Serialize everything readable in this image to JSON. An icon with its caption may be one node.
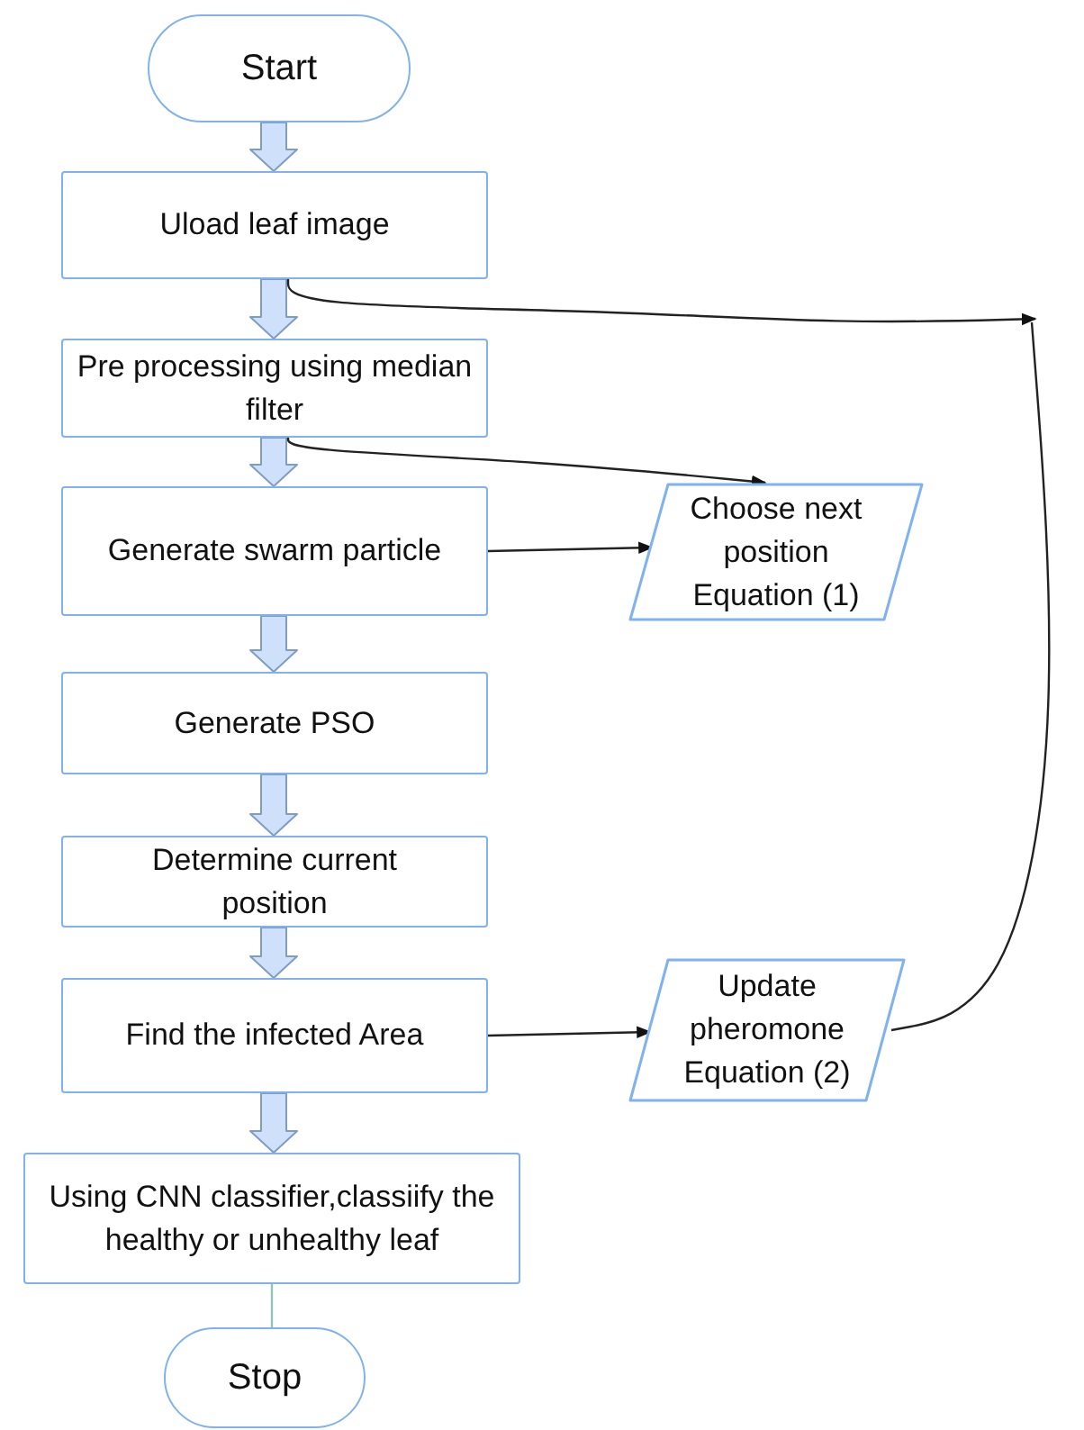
{
  "diagram": {
    "nodes": [
      {
        "text": [
          "Start"
        ]
      },
      {
        "text": [
          "Uload leaf image"
        ]
      },
      {
        "text": [
          "Pre processing using median filter"
        ]
      },
      {
        "text": [
          "Generate swarm particle"
        ]
      },
      {
        "text": [
          "Generate PSO"
        ]
      },
      {
        "text": [
          "Determine current position"
        ]
      },
      {
        "text": [
          "Find the infected Area"
        ]
      },
      {
        "text": [
          "Using CNN classifier,classiify the healthy or unhealthy leaf"
        ]
      },
      {
        "text": [
          "Stop"
        ]
      },
      {
        "text": [
          "Choose next position Equation (1)"
        ]
      },
      {
        "text": [
          "Update pheromone Equation (2)"
        ]
      }
    ],
    "edges": [
      {
        "from": 0,
        "to": 1,
        "arrow": "to",
        "style": "thick"
      },
      {
        "from": 1,
        "to": 2,
        "arrow": "to",
        "style": "thick"
      },
      {
        "from": 2,
        "to": 3,
        "arrow": "to",
        "style": "thick"
      },
      {
        "from": 3,
        "to": 4,
        "arrow": "to",
        "style": "thick"
      },
      {
        "from": 4,
        "to": 5,
        "arrow": "to",
        "style": "thick"
      },
      {
        "from": 5,
        "to": 6,
        "arrow": "to",
        "style": "thick"
      },
      {
        "from": 6,
        "to": 7,
        "arrow": "to",
        "style": "thick"
      },
      {
        "from": 7,
        "to": 8,
        "arrow": "none",
        "color": "#8fc4b8"
      },
      {
        "from": 1,
        "to": null,
        "arrow": "to"
      },
      {
        "from": 2,
        "to": 9,
        "arrow": "to"
      },
      {
        "from": 3,
        "to": 9,
        "arrow": "to"
      },
      {
        "from": 6,
        "to": 10,
        "arrow": "to"
      },
      {
        "from": 10,
        "to": null,
        "arrow": "none"
      }
    ]
  }
}
